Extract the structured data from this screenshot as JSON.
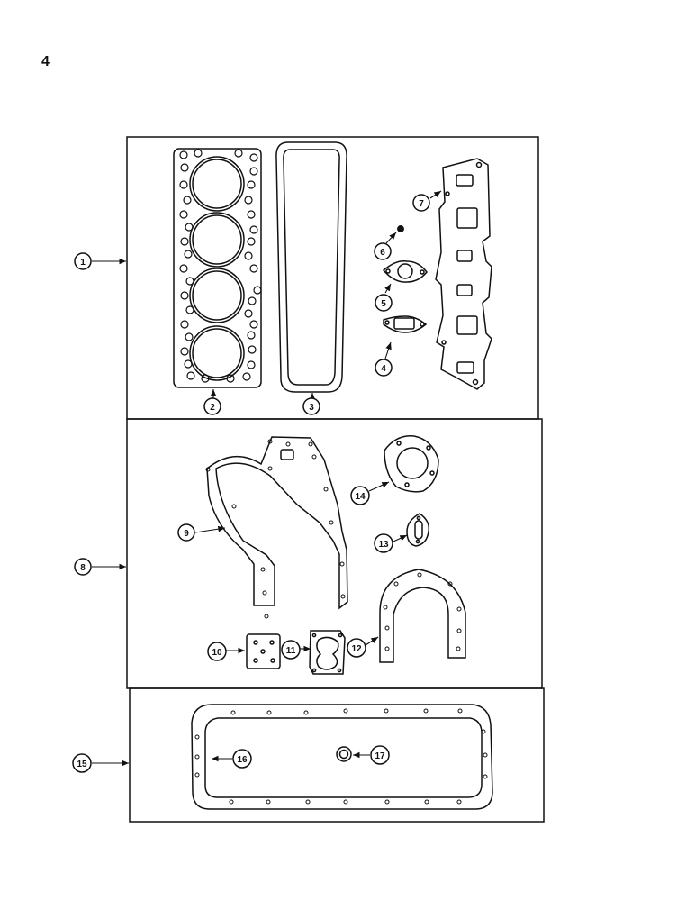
{
  "page": {
    "number": "4"
  },
  "callouts": {
    "c1": "1",
    "c2": "2",
    "c3": "3",
    "c4": "4",
    "c5": "5",
    "c6": "6",
    "c7": "7",
    "c8": "8",
    "c9": "9",
    "c10": "10",
    "c11": "11",
    "c12": "12",
    "c13": "13",
    "c14": "14",
    "c15": "15",
    "c16": "16",
    "c17": "17"
  }
}
